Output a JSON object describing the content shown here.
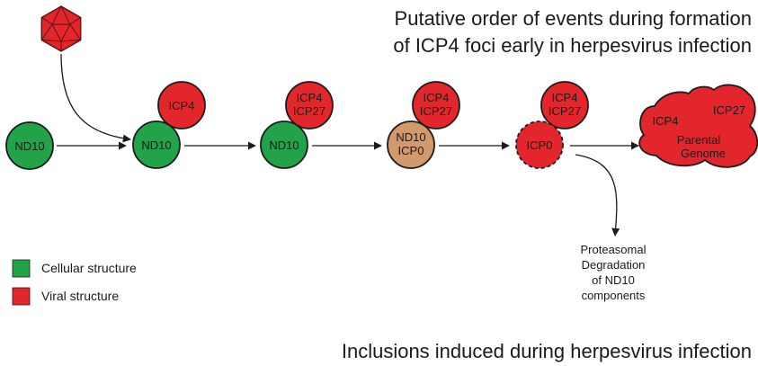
{
  "title": {
    "line1": "Putative order of events during formation",
    "line2": "of ICP4 foci early in herpesvirus infection"
  },
  "nodes": {
    "nd10": "ND10",
    "icp4": "ICP4",
    "icp27": "ICP27",
    "icp0": "ICP0",
    "parental_genome": [
      "Parental",
      "Genome"
    ]
  },
  "degradation_note": [
    "Proteasomal",
    "Degradation",
    "of ND10",
    "components"
  ],
  "legend": {
    "items": [
      {
        "label": "Cellular structure",
        "color": "#22a34a"
      },
      {
        "label": "Viral structure",
        "color": "#e3262b"
      }
    ]
  },
  "footer_title": "Inclusions induced during herpesvirus infection",
  "colors": {
    "cellular": "#22a34a",
    "viral": "#e3262b",
    "merged": "#d29a6c"
  },
  "icons": {
    "virion": "icosahedral-virion-icon"
  }
}
